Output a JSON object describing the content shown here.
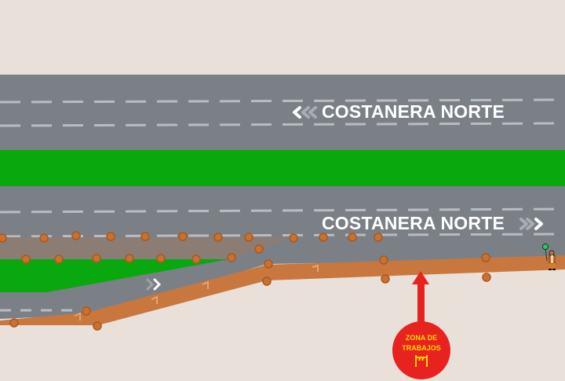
{
  "roads": {
    "upper_label": "COSTANERA NORTE",
    "lower_label": "COSTANERA NORTE"
  },
  "work_zone": {
    "line1": "ZONA DE",
    "line2": "TRABAJOS"
  },
  "colors": {
    "background": "#e9e1d9",
    "asphalt": "#7b8086",
    "median": "#0aa80f",
    "closed_lane": "#8b7d74",
    "work_strip": "#c8783f",
    "cone": "#c9712f",
    "zone_marker": "#e8221e",
    "zone_text": "#ffd800"
  }
}
